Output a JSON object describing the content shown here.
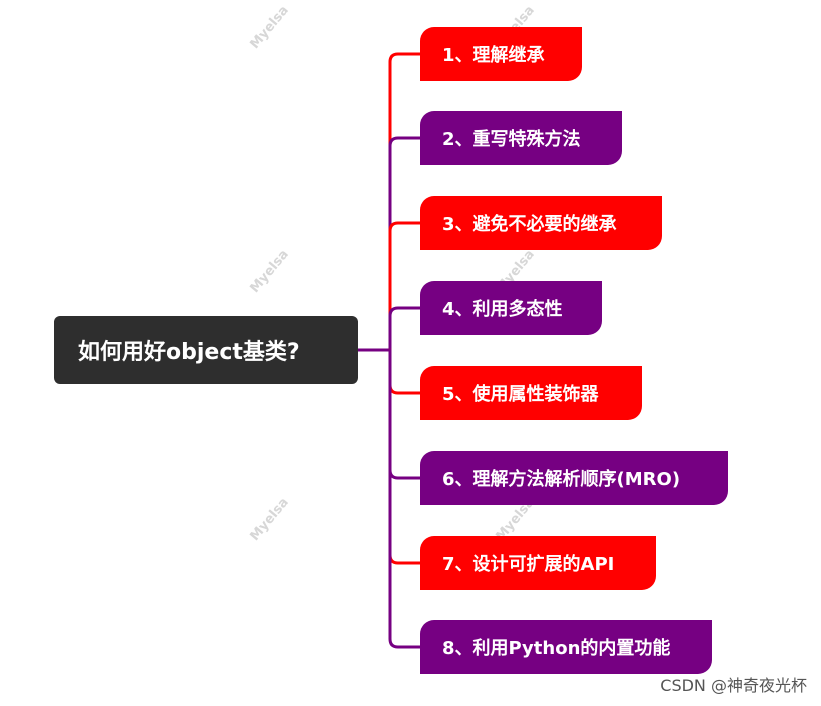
{
  "mindmap": {
    "root": {
      "label": "如何用好object基类?",
      "color": "#2e2e2e"
    },
    "branches": [
      {
        "label": "1、理解继承",
        "color": "#ff0000"
      },
      {
        "label": "2、重写特殊方法",
        "color": "#760082"
      },
      {
        "label": "3、避免不必要的继承",
        "color": "#ff0000"
      },
      {
        "label": "4、利用多态性",
        "color": "#760082"
      },
      {
        "label": "5、使用属性装饰器",
        "color": "#ff0000"
      },
      {
        "label": "6、理解方法解析顺序(MRO)",
        "color": "#760082"
      },
      {
        "label": "7、设计可扩展的API",
        "color": "#ff0000"
      },
      {
        "label": "8、利用Python的内置功能",
        "color": "#760082"
      }
    ]
  },
  "watermark": {
    "text": "Myelsa"
  },
  "footer": {
    "credit": "CSDN @神奇夜光杯"
  }
}
